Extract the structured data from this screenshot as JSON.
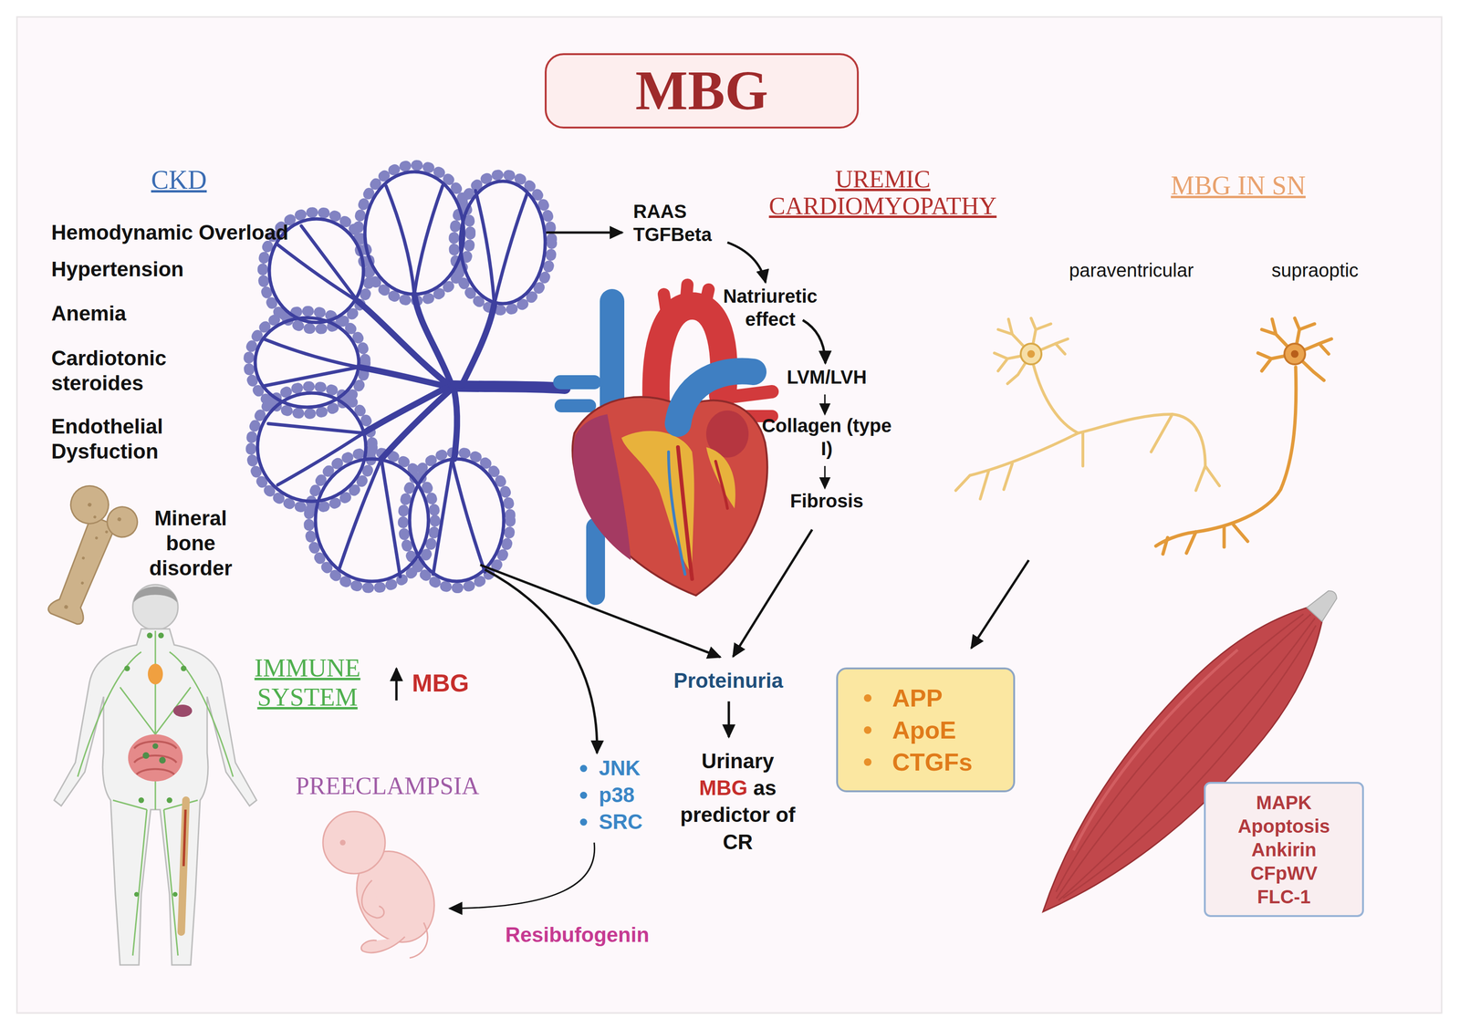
{
  "diagram": {
    "title": "MBG",
    "nodes": [
      {
        "text": [
          "APP",
          "ApoE",
          "CTGFs"
        ]
      },
      {
        "text": [
          "MAPK",
          "Apoptosis",
          "Ankirin",
          "CFpWV",
          "FLC-1"
        ]
      }
    ],
    "labels": [
      "CKD",
      "Hemodynamic Overload",
      "Hypertension",
      "Anemia",
      "Cardiotonic steroides",
      "Endothelial Dysfuction",
      "Mineral bone disorder",
      "RAAS TGFBeta",
      "Natriuretic effect",
      "LVM/LVH",
      "Collagen (type I)",
      "Fibrosis",
      "UREMIC CARDIOMYOPATHY",
      "MBG IN SN",
      "paraventricular",
      "supraoptic",
      "IMMUNE SYSTEM",
      "MBG",
      "PREECLAMPSIA",
      "JNK",
      "p38",
      "SRC",
      "Resibufogenin",
      "Proteinuria",
      "Urinary",
      "MBG",
      "as predictor of CR"
    ]
  }
}
